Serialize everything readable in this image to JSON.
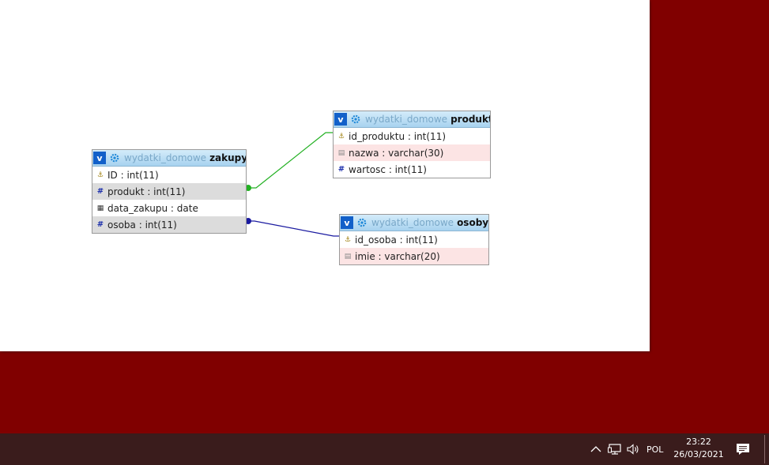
{
  "tables": [
    {
      "id": "zakupy",
      "toggle": "v",
      "db": "wydatki_domowe",
      "name": "zakupy",
      "columns": [
        {
          "text": "ID : int(11)",
          "icon": "primary-key-icon"
        },
        {
          "text": "produkt : int(11)",
          "icon": "number-icon"
        },
        {
          "text": "data_zakupu : date",
          "icon": "date-icon"
        },
        {
          "text": "osoba : int(11)",
          "icon": "number-icon"
        }
      ]
    },
    {
      "id": "produkt",
      "toggle": "v",
      "db": "wydatki_domowe",
      "name": "produkt",
      "columns": [
        {
          "text": "id_produktu : int(11)",
          "icon": "primary-key-icon"
        },
        {
          "text": "nazwa : varchar(30)",
          "icon": "text-icon"
        },
        {
          "text": "wartosc : int(11)",
          "icon": "number-icon"
        }
      ]
    },
    {
      "id": "osoby",
      "toggle": "v",
      "db": "wydatki_domowe",
      "name": "osoby",
      "columns": [
        {
          "text": "id_osoba : int(11)",
          "icon": "primary-key-icon"
        },
        {
          "text": "imie : varchar(20)",
          "icon": "text-icon"
        }
      ]
    }
  ],
  "relations": [
    {
      "from": "zakupy.produkt",
      "to": "produkt.id_produktu",
      "color": "#22b022"
    },
    {
      "from": "zakupy.osoba",
      "to": "osoby.id_osoba",
      "color": "#1a1aa0"
    }
  ],
  "colors": {
    "desktop": "#800000",
    "taskbar": "#3a1c1c",
    "header_gradient_top": "#d4ecfa",
    "header_gradient_bottom": "#a7d2ef",
    "toggle": "#1260c9"
  },
  "taskbar": {
    "tray_icons": [
      "chevron-up-icon",
      "network-icon",
      "volume-icon"
    ],
    "language": "POL",
    "time": "23:22",
    "date": "26/03/2021",
    "notification_icon": "action-center-icon"
  }
}
